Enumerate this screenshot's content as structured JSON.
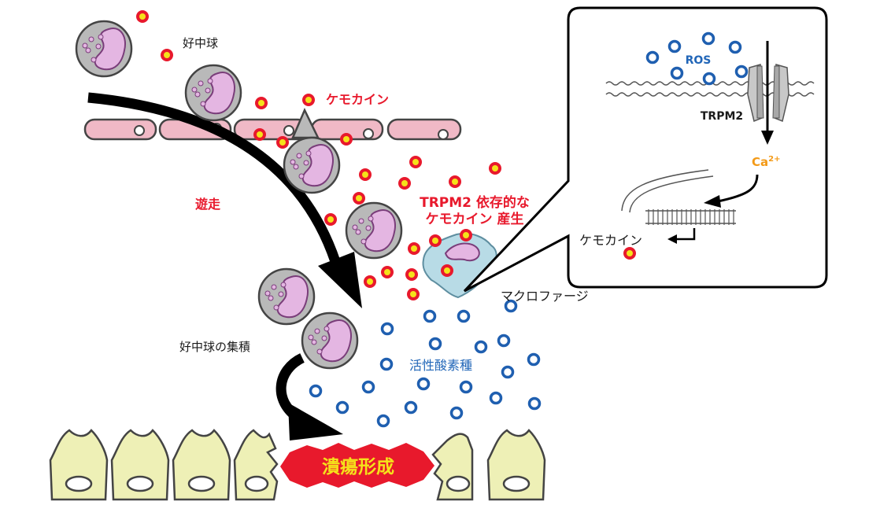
{
  "labels": {
    "neutrophil": "好中球",
    "chemokine": "ケモカイン",
    "migration": "遊走",
    "trpm2_dependent_line1": "TRPM2 依存的な",
    "trpm2_dependent_line2": "ケモカイン 産生",
    "macrophage": "マクロファージ",
    "neutrophil_accumulation": "好中球の集積",
    "ros_jp": "活性酸素種",
    "ulcer": "潰瘍形成",
    "ros": "ROS",
    "trpm2": "TRPM2",
    "ca": "Ca",
    "ca_charge": "2+",
    "inset_chemokine": "ケモカイン"
  },
  "colors": {
    "chemokine_dot": "#e8192c",
    "chemokine_core": "#f5e21a",
    "ros_dot": "#1f5fb0",
    "neutrophil_fill": "#b9b9b9",
    "nucleus": "#e4b6e2",
    "vessel": "#f0b9c6",
    "macrophage": "#b8dbe6",
    "epithelium": "#eef0b6",
    "ulcer": "#e8192c",
    "calcium": "#f39a17"
  }
}
